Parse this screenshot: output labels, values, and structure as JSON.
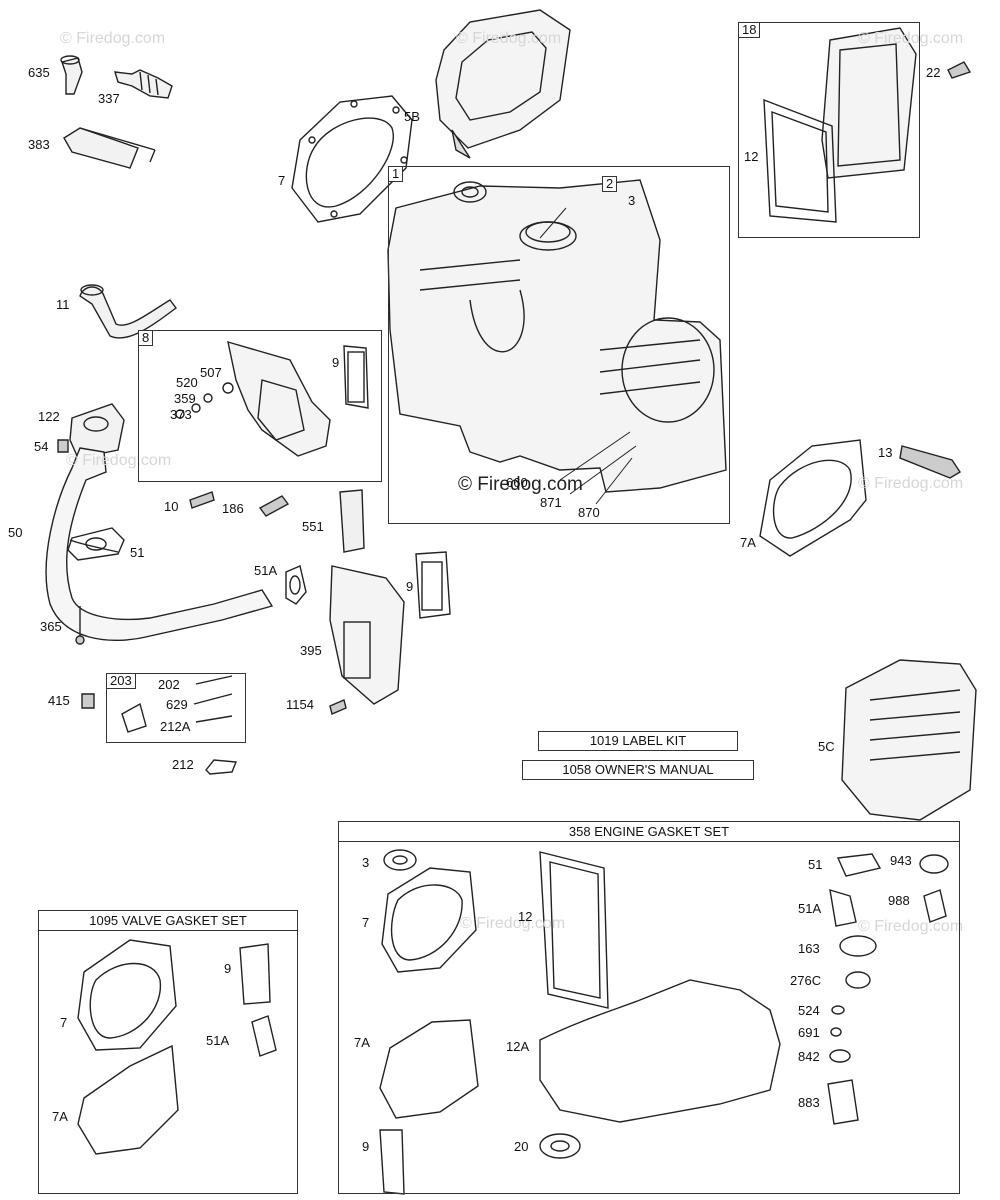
{
  "watermark": "© Firedog.com",
  "copyright": "© Firedog.com",
  "callout": {
    "label_kit": "1019 LABEL KIT",
    "owners_manual": "1058 OWNER'S MANUAL"
  },
  "boxes": {
    "engine_block_num": "1",
    "bearing_num": "2",
    "cover_num": "18",
    "breather_num": "8",
    "governor_num": "203",
    "engine_gasket_title": "358 ENGINE GASKET SET",
    "valve_gasket_title": "1095 VALVE GASKET SET"
  },
  "labels": {
    "p635": "635",
    "p337": "337",
    "p383": "383",
    "p5b": "5B",
    "p7": "7",
    "p3": "3",
    "p12": "12",
    "p22": "22",
    "p11": "11",
    "p9": "9",
    "p507": "507",
    "p520": "520",
    "p359": "359",
    "p373": "373",
    "p122": "122",
    "p54": "54",
    "p10": "10",
    "p186": "186",
    "p551": "551",
    "p50": "50",
    "p51": "51",
    "p51a": "51A",
    "p9b": "9",
    "p365": "365",
    "p395": "395",
    "p415": "415",
    "p202": "202",
    "p629": "629",
    "p212a": "212A",
    "p1154": "1154",
    "p212": "212",
    "p660": "660",
    "p871": "871",
    "p870": "870",
    "p13": "13",
    "p7a": "7A",
    "p5c": "5C",
    "g3": "3",
    "g7": "7",
    "g12": "12",
    "g51": "51",
    "g943": "943",
    "g51a": "51A",
    "g988": "988",
    "g163": "163",
    "g276c": "276C",
    "g524": "524",
    "g691": "691",
    "g842": "842",
    "g7a": "7A",
    "g12a": "12A",
    "g883": "883",
    "g9": "9",
    "g20": "20",
    "v7": "7",
    "v9": "9",
    "v51a": "51A",
    "v7a": "7A"
  }
}
